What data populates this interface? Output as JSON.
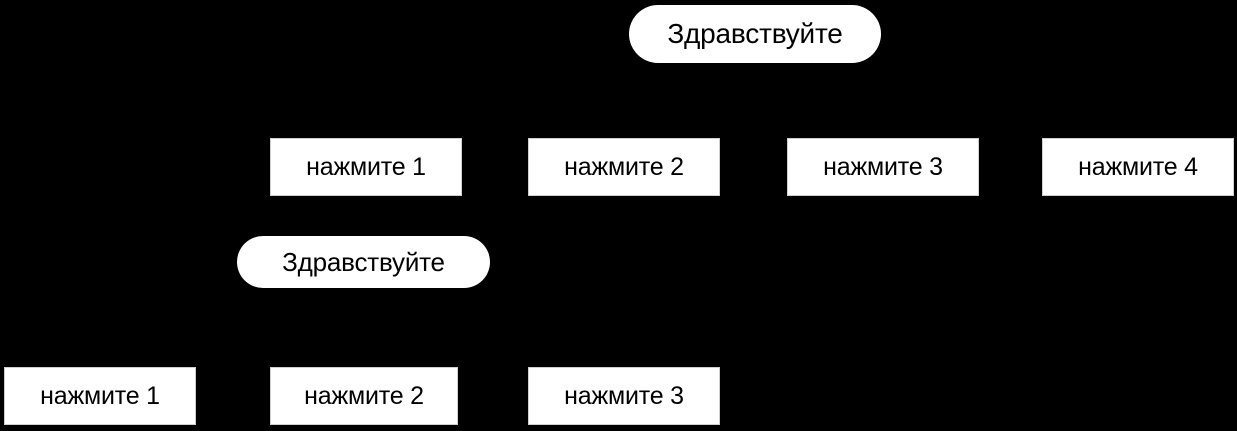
{
  "theme": {
    "background": "#000000",
    "surface": "#ffffff",
    "text": "#000000",
    "border": "#cfcfcf"
  },
  "conversation": {
    "groups": [
      {
        "message": {
          "text": "Здравствуйте",
          "shape": "pill"
        },
        "quick_replies": [
          {
            "label": "нажмите 1"
          },
          {
            "label": "нажмите 2"
          },
          {
            "label": "нажмите 3"
          },
          {
            "label": "нажмите 4"
          }
        ]
      },
      {
        "message": {
          "text": "Здравствуйте",
          "shape": "pill"
        },
        "quick_replies": [
          {
            "label": "нажмите 1"
          },
          {
            "label": "нажмите 2"
          },
          {
            "label": "нажмите 3"
          }
        ]
      }
    ]
  }
}
